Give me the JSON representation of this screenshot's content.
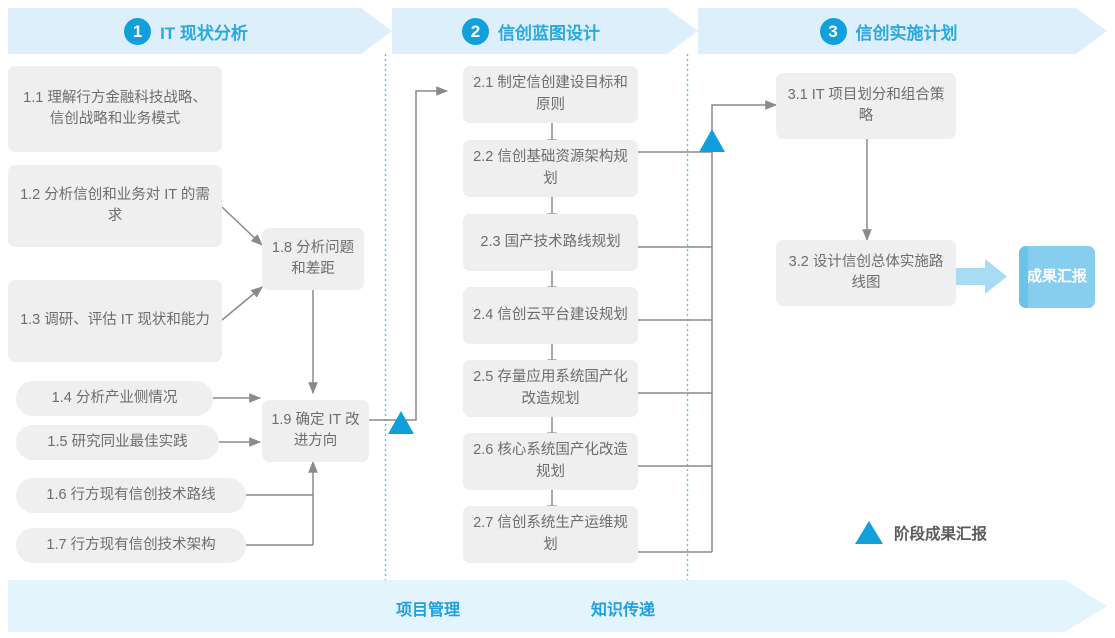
{
  "phases": [
    {
      "num": "1",
      "title": "IT 现状分析"
    },
    {
      "num": "2",
      "title": "信创蓝图设计"
    },
    {
      "num": "3",
      "title": "信创实施计划"
    }
  ],
  "nodes": {
    "n11": "1.1 理解行方金融科技战略、信创战略和业务模式",
    "n12": "1.2 分析信创和业务对 IT 的需求",
    "n13": "1.3 调研、评估 IT 现状和能力",
    "n14": "1.4 分析产业侧情况",
    "n15": "1.5 研究同业最佳实践",
    "n16": "1.6 行方现有信创技术路线",
    "n17": "1.7 行方现有信创技术架构",
    "n18": "1.8 分析问题和差距",
    "n19": "1.9 确定 IT 改进方向",
    "n21": "2.1 制定信创建设目标和原则",
    "n22": "2.2 信创基础资源架构规划",
    "n23": "2.3 国产技术路线规划",
    "n24": "2.4 信创云平台建设规划",
    "n25": "2.5 存量应用系统国产化改造规划",
    "n26": "2.6 核心系统国产化改造规划",
    "n27": "2.7 信创系统生产运维规划",
    "n31": "3.1 IT 项目划分和组合策略",
    "n32": "3.2 设计信创总体实施路线图"
  },
  "result_chip": "成果汇报",
  "legend": {
    "label": "阶段成果汇报",
    "icon": "milestone-triangle-icon"
  },
  "bottom_band": {
    "items": [
      "项目管理",
      "知识传递"
    ]
  },
  "colors": {
    "accent": "#1f9fe0",
    "phase_band": "#ddeffb",
    "bottom_band": "#e3f4fc",
    "node_bg": "#efefef",
    "node_text": "#6d6d6d",
    "chip_bg": "#86cdee",
    "milestone": "#0f9fdc",
    "connector": "#8a8a8a",
    "divider": "#4fc0ea"
  }
}
